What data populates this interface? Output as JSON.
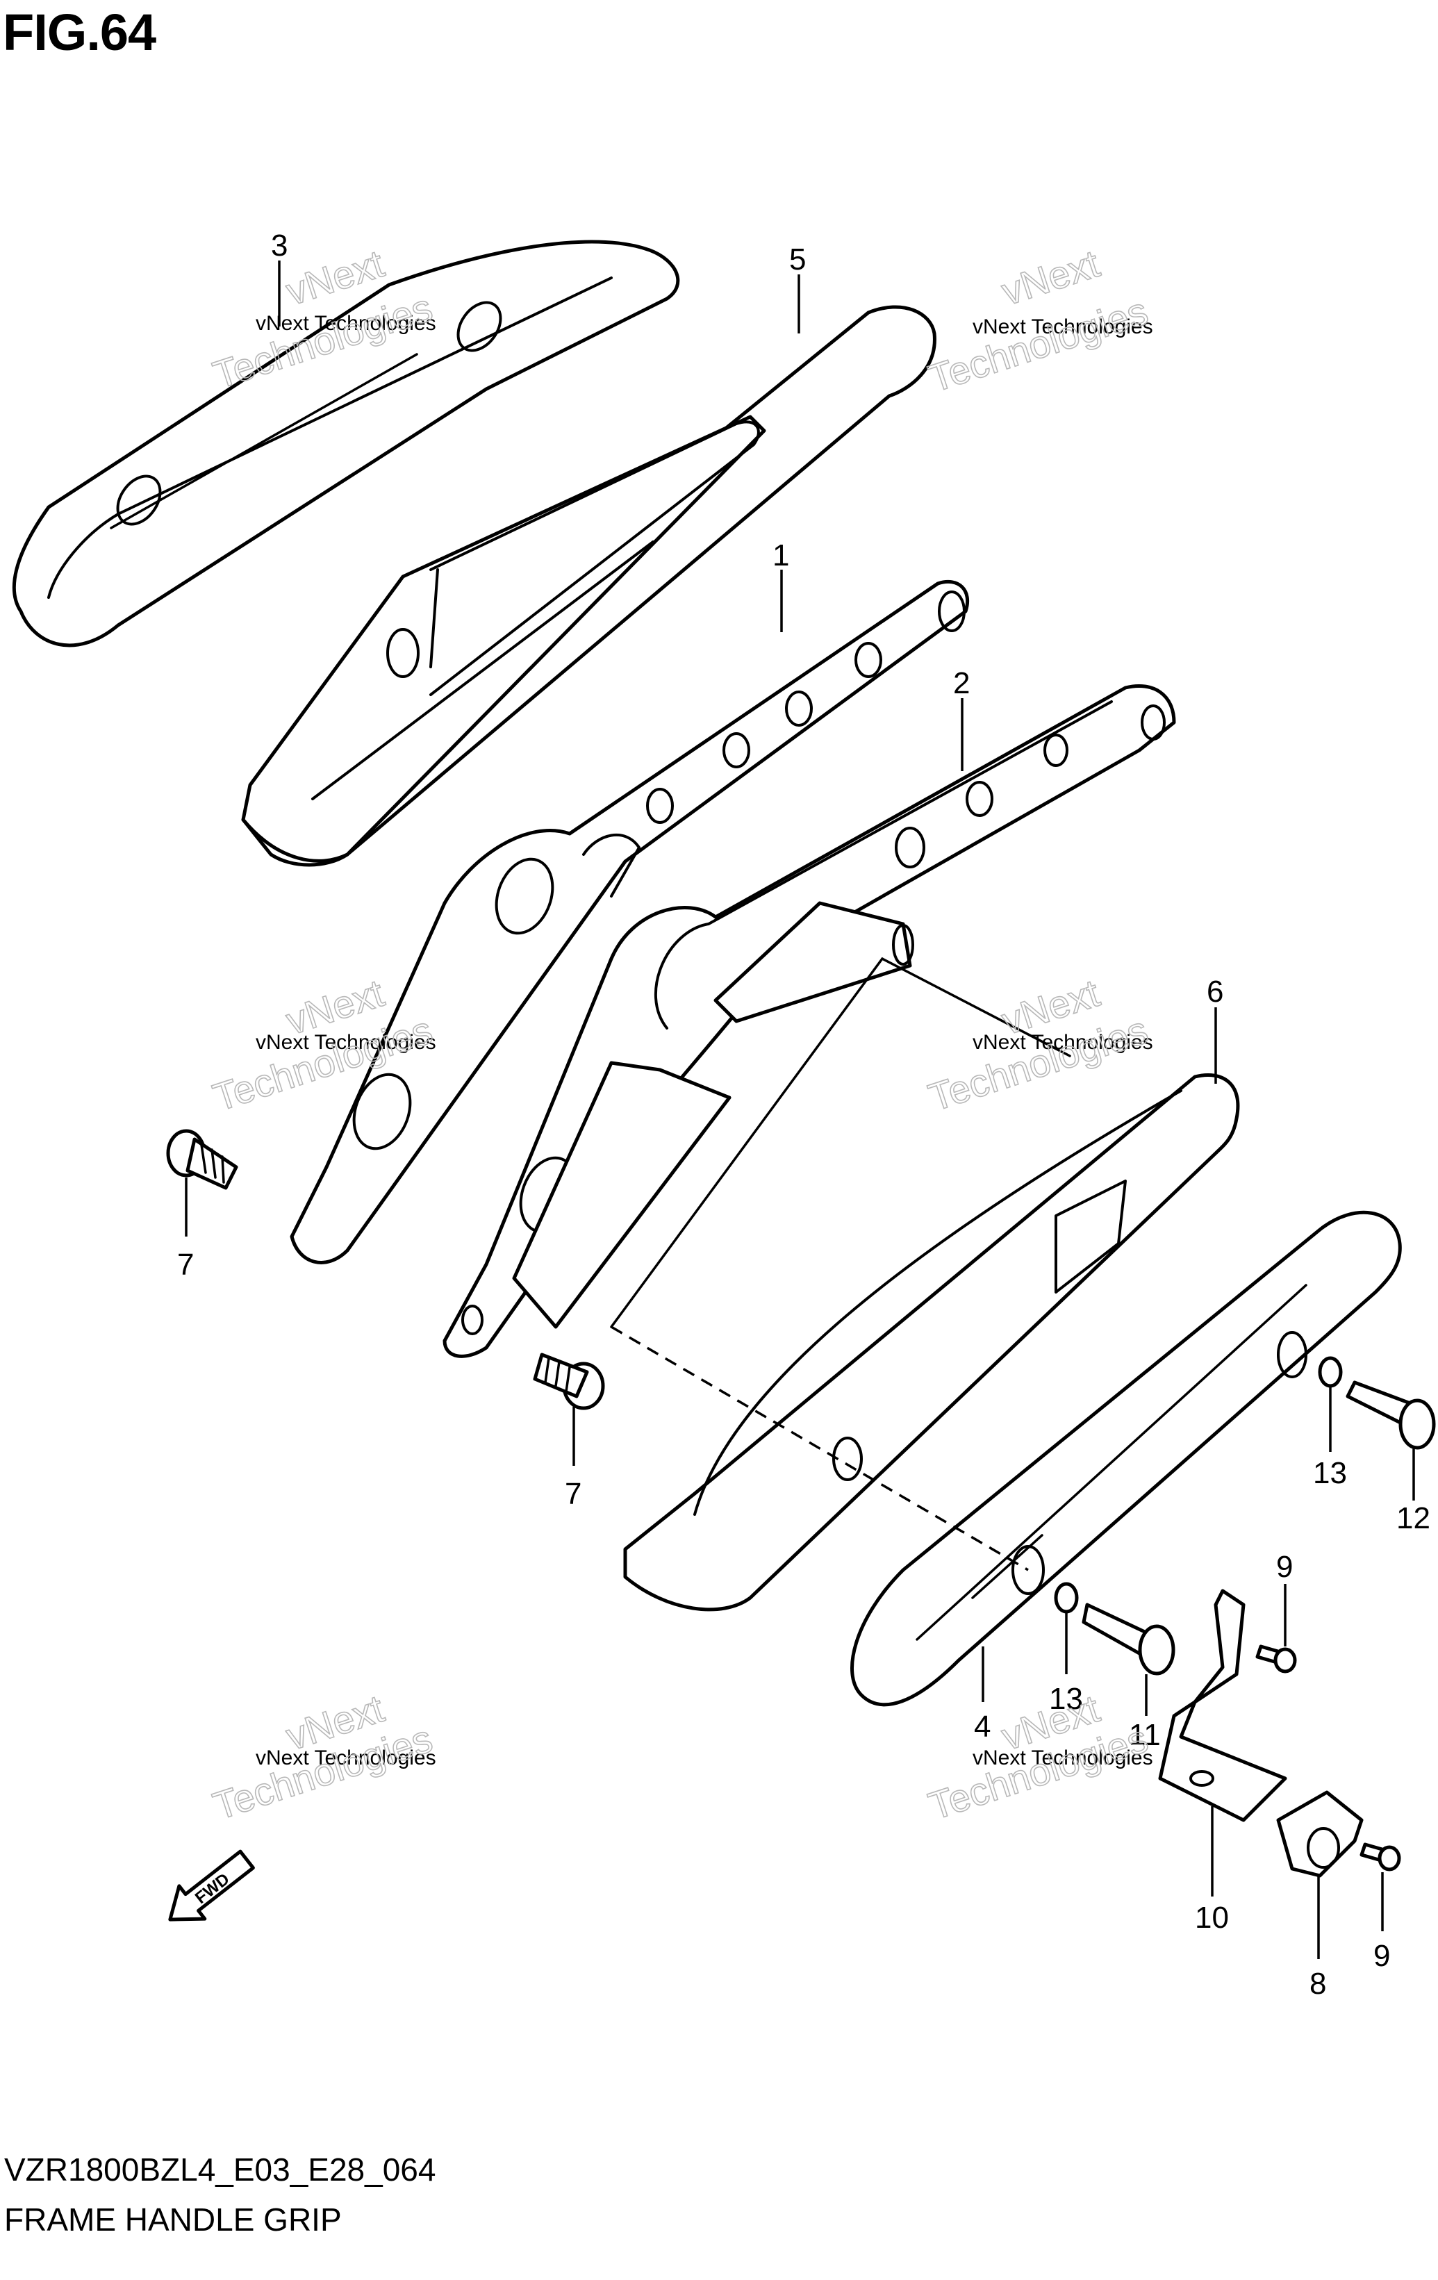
{
  "figure": {
    "title": "FIG.64",
    "model_code": "VZR1800BZL4_E03_E28_064",
    "caption": "FRAME HANDLE GRIP"
  },
  "callouts": [
    {
      "id": "c1",
      "label": "1"
    },
    {
      "id": "c2",
      "label": "2"
    },
    {
      "id": "c3",
      "label": "3"
    },
    {
      "id": "c4",
      "label": "4"
    },
    {
      "id": "c5",
      "label": "5"
    },
    {
      "id": "c6",
      "label": "6"
    },
    {
      "id": "c7a",
      "label": "7"
    },
    {
      "id": "c7b",
      "label": "7"
    },
    {
      "id": "c8",
      "label": "8"
    },
    {
      "id": "c9a",
      "label": "9"
    },
    {
      "id": "c9b",
      "label": "9"
    },
    {
      "id": "c10",
      "label": "10"
    },
    {
      "id": "c11",
      "label": "11"
    },
    {
      "id": "c12",
      "label": "12"
    },
    {
      "id": "c13a",
      "label": "13"
    },
    {
      "id": "c13b",
      "label": "13"
    }
  ],
  "watermark": {
    "line1": "vNext Technologies",
    "line2": "vNext",
    "line3": "Technologies"
  },
  "direction_arrow": {
    "label": "FWD"
  }
}
